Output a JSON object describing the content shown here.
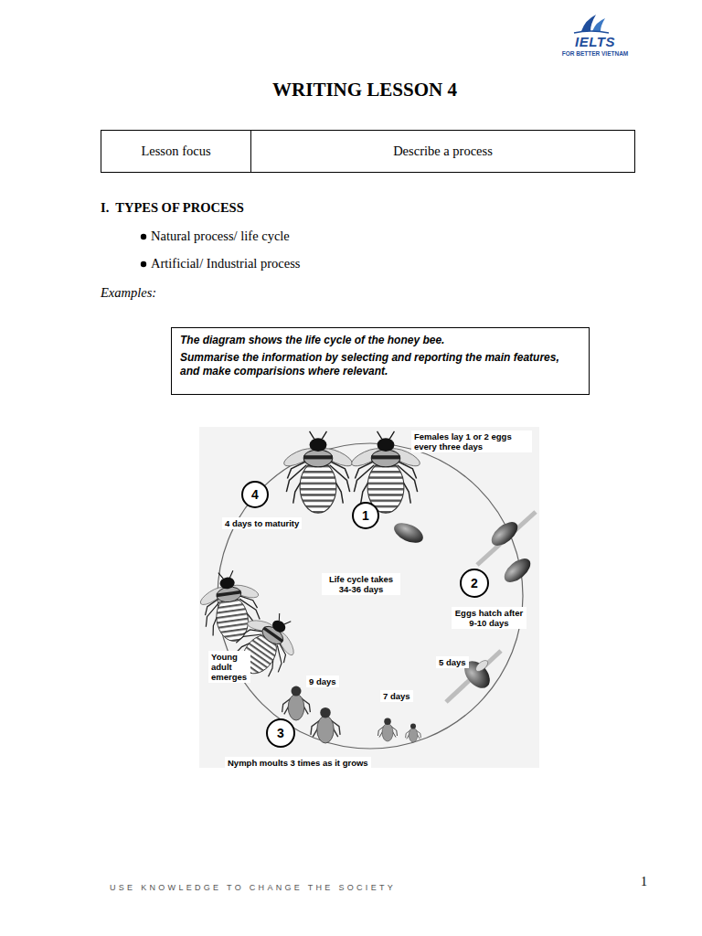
{
  "diagram": {
    "title": "WRITING LESSON 4",
    "nodes": [
      {
        "text": [
          "Lesson focus"
        ]
      },
      {
        "text": [
          "Describe a process"
        ]
      },
      {
        "text": [
          "The diagram shows the life cycle of the honey bee.",
          "Summarise the information by selecting and reporting the main features, and make comparisions where relevant."
        ]
      },
      {
        "text": [
          "4"
        ]
      },
      {
        "text": [
          "1"
        ]
      },
      {
        "text": [
          "2"
        ]
      },
      {
        "text": [
          "3"
        ]
      }
    ],
    "labels": [
      "IELTS",
      "FOR BETTER VIETNAM",
      "I.  TYPES OF PROCESS",
      "Natural process/ life cycle",
      "Artificial/ Industrial process",
      "Examples:",
      "Females lay 1 or 2 eggs every three days",
      "4 days to maturity",
      "Life cycle takes 34-36 days",
      "Eggs hatch after 9-10 days",
      "5 days",
      "Young adult emerges",
      "9 days",
      "7 days",
      "Nymph moults 3 times as it grows",
      "USE KNOWLEDGE TO CHANGE THE SOCIETY",
      "1"
    ]
  }
}
